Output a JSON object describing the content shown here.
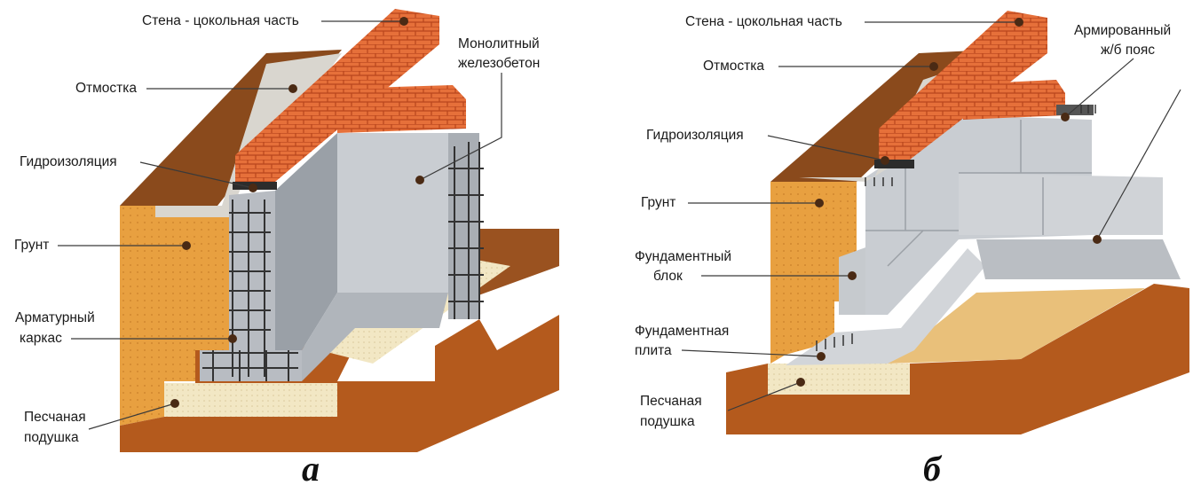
{
  "diagram_a": {
    "caption": "а",
    "labels": {
      "wall_plinth": "Стена - цокольная часть",
      "blind_area": "Отмостка",
      "waterproofing": "Гидроизоляция",
      "soil": "Грунт",
      "rebar_cage_1": "Арматурный",
      "rebar_cage_2": "каркас",
      "sand_cushion_1": "Песчаная",
      "sand_cushion_2": "подушка",
      "monolith_1": "Монолитный",
      "monolith_2": "железобетон"
    }
  },
  "diagram_b": {
    "caption": "б",
    "labels": {
      "wall_plinth": "Стена - цокольная часть",
      "blind_area": "Отмостка",
      "waterproofing": "Гидроизоляция",
      "soil": "Грунт",
      "block_1": "Фундаментный",
      "block_2": "блок",
      "slab_1": "Фундаментная",
      "slab_2": "плита",
      "sand_cushion_1": "Песчаная",
      "sand_cushion_2": "подушка",
      "belt_1": "Армированный",
      "belt_2": "ж/б пояс"
    }
  },
  "colors": {
    "earth_top": "#8a4a1c",
    "earth_front": "#b45a1d",
    "soil_section": "#e8a040",
    "sand": "#f2e7c4",
    "concrete": "#c9cdd2",
    "brick": "#e06a32",
    "leader": "#333333"
  }
}
